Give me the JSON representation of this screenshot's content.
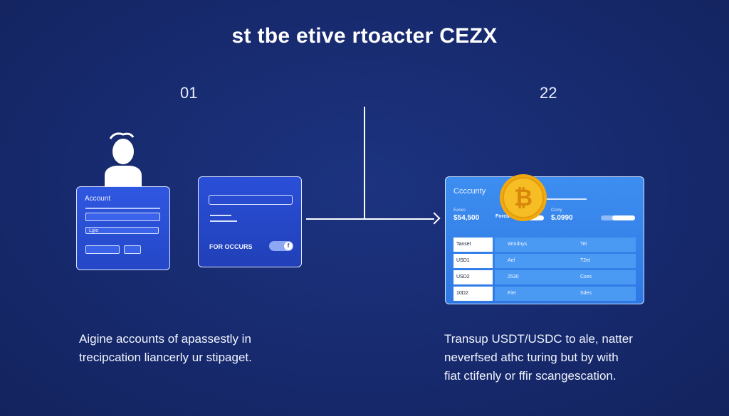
{
  "title": "st tbe etive rtoacter CEZX",
  "steps": [
    {
      "number": "01",
      "caption_lines": [
        "Aigine accounts of apassestly in",
        "trecipcation liancerly ur stipaget."
      ]
    },
    {
      "number": "22",
      "caption_lines": [
        "Transup USDT/USDC to ale, natter",
        "neverfsed athc turing but by with",
        "fiat ctifenly or ffir scangescation."
      ]
    }
  ],
  "account_card": {
    "label": "Account",
    "field_text": "Lgio"
  },
  "login_card": {
    "button_text": "FOR OCCURS",
    "toggle_glyph": "f"
  },
  "dashboard": {
    "heading": "Ccccunty",
    "left_stat": {
      "label": "Eanes",
      "value": "$54,500"
    },
    "mid_stat": {
      "label": "Forcbr"
    },
    "right_stat": {
      "label": "Ccrny",
      "value": "$.0990"
    },
    "table": {
      "headers": [
        "Tanset",
        "Wmdnys",
        "Tel"
      ],
      "rows": [
        [
          "USD1",
          "Ael",
          "T2et"
        ],
        [
          "USD2",
          "2530",
          "Cses"
        ],
        [
          "10D2",
          "Fiet",
          "Sdes"
        ]
      ]
    }
  },
  "coin": {
    "symbol": "₿",
    "color": "#f6b51e"
  },
  "colors": {
    "background": "#172a6e",
    "card_blue": "#2447c7",
    "dashboard_blue": "#3686ec"
  }
}
